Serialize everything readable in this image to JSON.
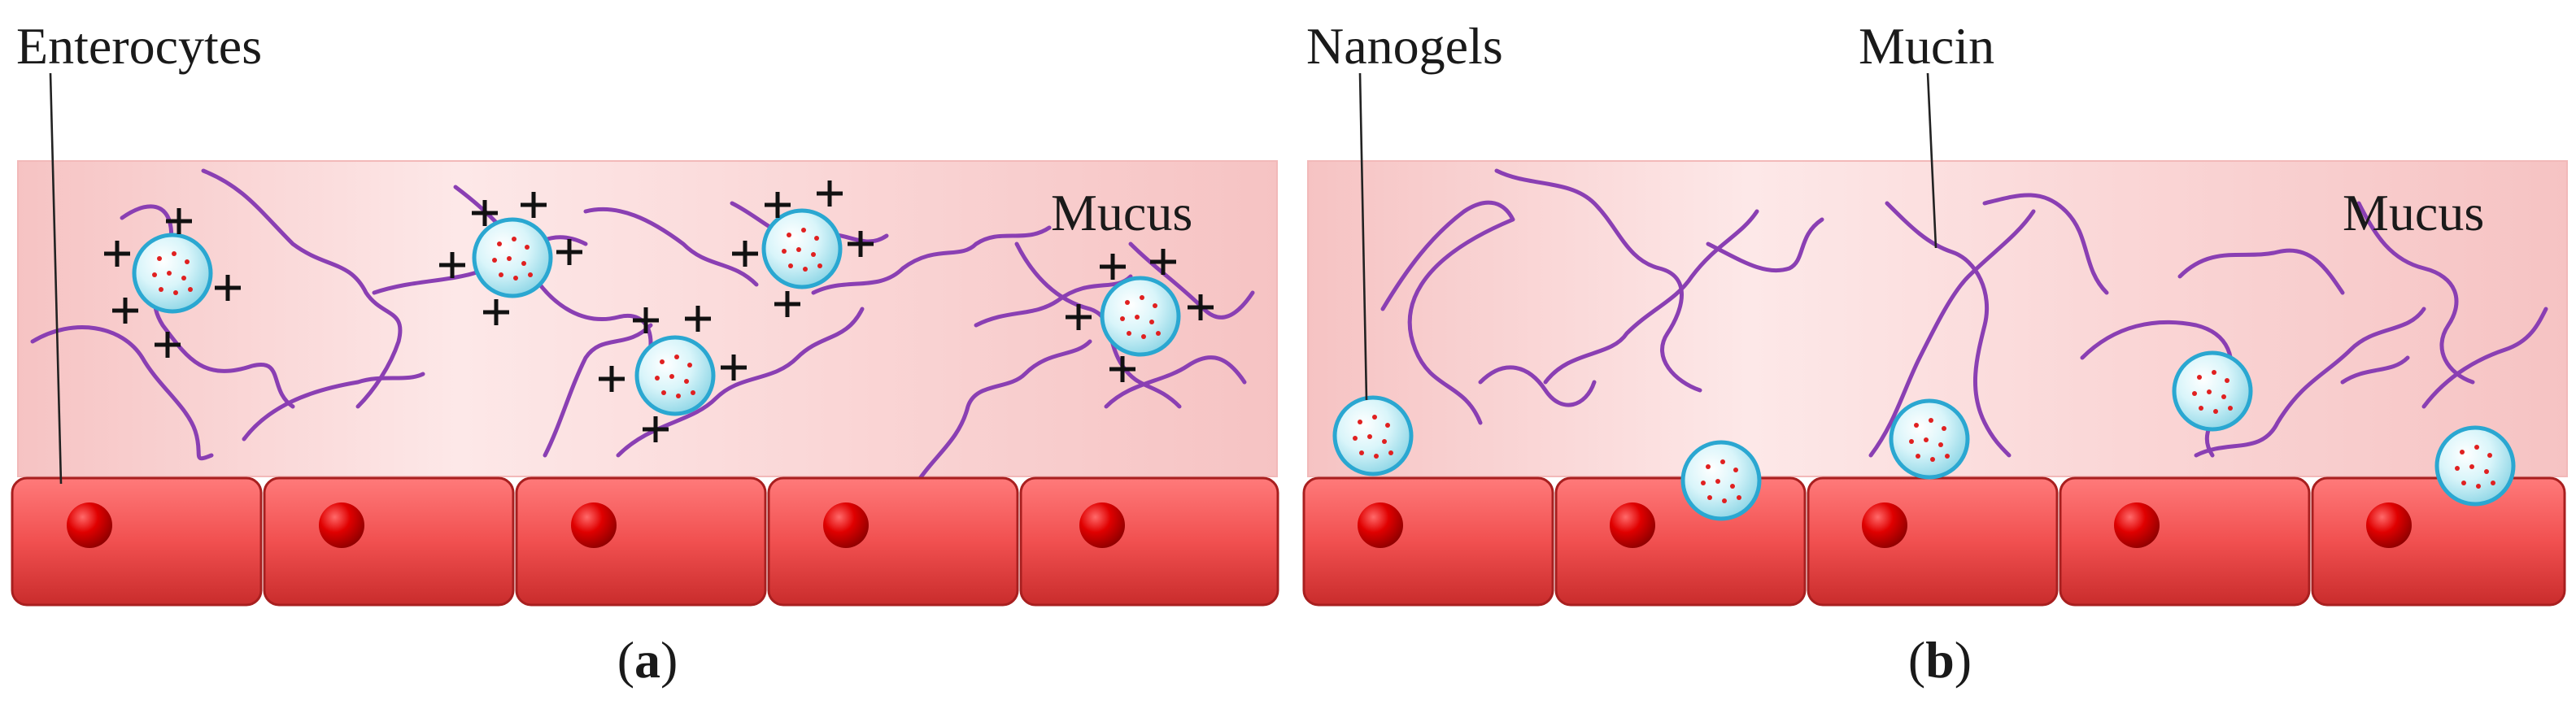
{
  "labels": {
    "enterocytes": "Enterocytes",
    "nanogels": "Nanogels",
    "mucin": "Mucin",
    "mucus_a": "Mucus",
    "mucus_b": "Mucus"
  },
  "panels": [
    {
      "caption_open": "(",
      "caption_letter": "a",
      "caption_close": ")"
    },
    {
      "caption_open": "(",
      "caption_letter": "b",
      "caption_close": ")"
    }
  ],
  "colors": {
    "mucus": "#f7cfcf",
    "cell": "#f15555",
    "nucleus": "#d40000",
    "mucin": "#8a3fb3",
    "nanogel": "#a8e4ee",
    "nanogel_rim": "#2aa7d1",
    "payload": "#e02020"
  }
}
